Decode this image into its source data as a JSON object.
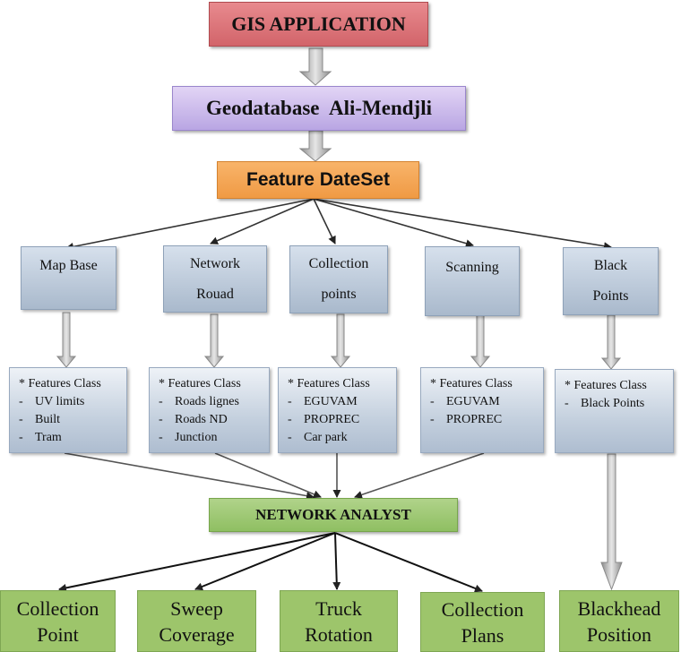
{
  "top": {
    "app": "GIS APPLICATION",
    "geodatabase": "Geodatabase  Ali-Mendjli",
    "dataset": "Feature DateSet"
  },
  "categories": [
    {
      "line1": "Map Base",
      "line2": ""
    },
    {
      "line1": "Network",
      "line2": "Rouad"
    },
    {
      "line1": "Collection",
      "line2": "points"
    },
    {
      "line1": "Scanning",
      "line2": ""
    },
    {
      "line1": "Black",
      "line2": "Points"
    }
  ],
  "feature_classes": [
    {
      "header": "* Features Class",
      "items": [
        "UV limits",
        "Built",
        "Tram"
      ]
    },
    {
      "header": "* Features Class",
      "items": [
        "Roads lignes",
        "Roads ND",
        "Junction"
      ]
    },
    {
      "header": "* Features Class",
      "items": [
        "EGUVAM",
        "PROPREC",
        "Car park"
      ]
    },
    {
      "header": "* Features Class",
      "items": [
        "EGUVAM",
        "PROPREC"
      ]
    },
    {
      "header": "* Features Class",
      "items": [
        "Black Points"
      ]
    }
  ],
  "analyst": "NETWORK ANALYST",
  "outputs": [
    {
      "line1": "Collection",
      "line2": "Point"
    },
    {
      "line1": "Sweep",
      "line2": "Coverage"
    },
    {
      "line1": "Truck",
      "line2": "Rotation"
    },
    {
      "line1": "Collection",
      "line2": "Plans"
    },
    {
      "line1": "Blackhead",
      "line2": "Position"
    }
  ],
  "colors": {
    "app": "#d2646a",
    "geodatabase": "#b9a6e3",
    "dataset": "#f09a44",
    "category": "#a9b9cc",
    "analyst": "#8fbf62",
    "output": "#9dc56b"
  }
}
